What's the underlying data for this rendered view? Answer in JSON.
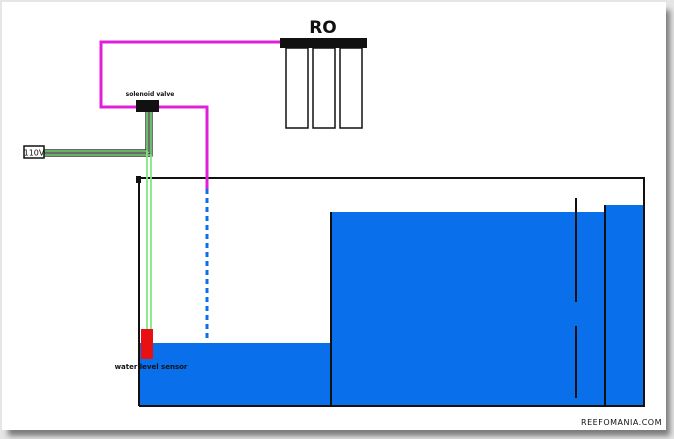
{
  "labels": {
    "ro": "RO",
    "solenoid_valve": "solenoid valve",
    "power": "110V",
    "water_level_sensor": "water level sensor",
    "watermark": "REEFOMANIA.COM"
  },
  "colors": {
    "water": "#0a6fea",
    "pipe": "#e020d8",
    "wire": "#80e880",
    "sensor": "#e81010",
    "outline": "#111111",
    "background": "#ffffff"
  }
}
